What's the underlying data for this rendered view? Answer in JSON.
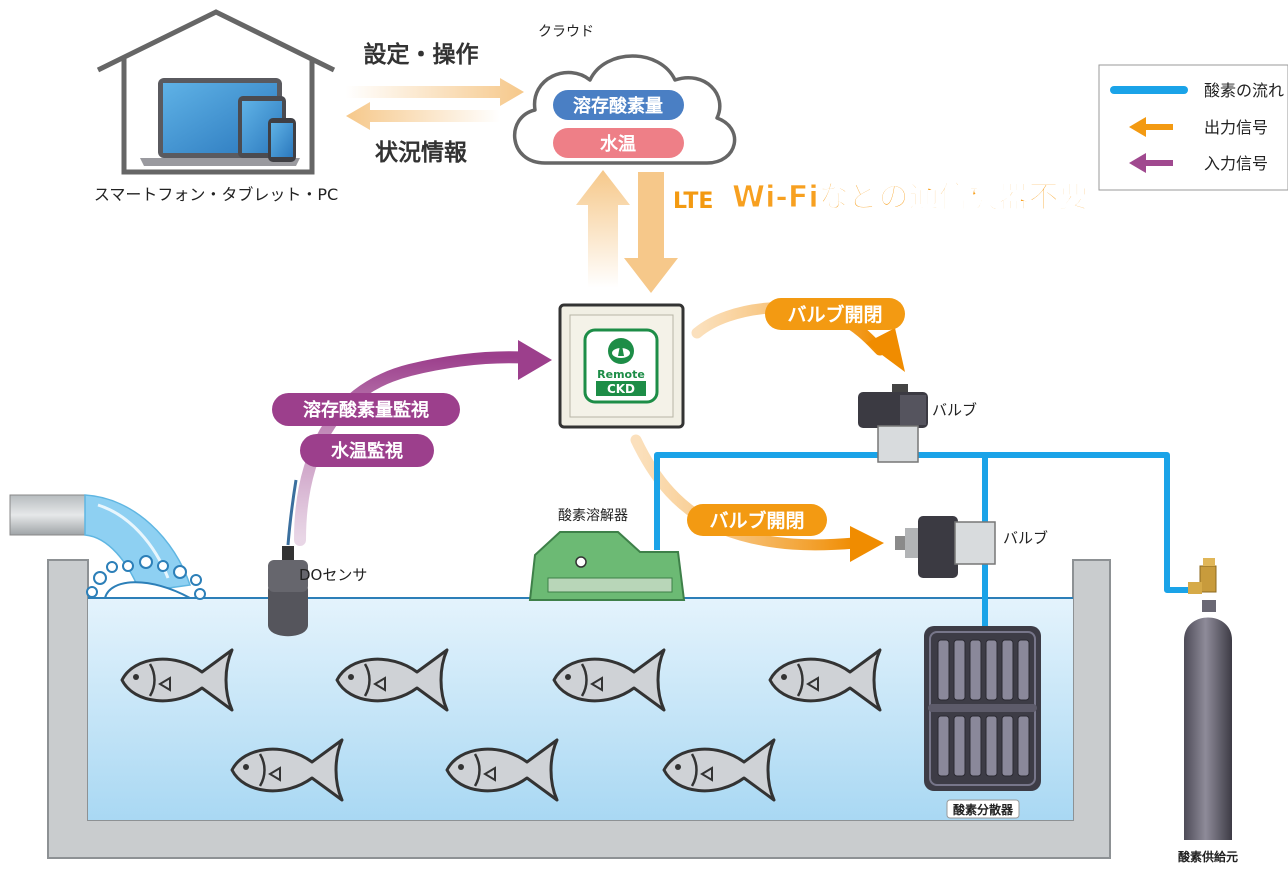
{
  "home": {
    "caption": "スマートフォン・タブレット・PC",
    "settings_label": "設定・操作",
    "status_label": "状況情報"
  },
  "cloud": {
    "title": "クラウド",
    "metric_do": "溶存酸素量",
    "metric_temp": "水温"
  },
  "link": {
    "lte_label": "LTE",
    "wifi_note": "Wi-Fiなどの通信機器不要"
  },
  "controller": {
    "logo_line1": "Remote",
    "logo_line2": "CKD"
  },
  "signals": {
    "valve_open_close_top": "バルブ開閉",
    "valve_open_close_bottom": "バルブ開閉",
    "do_monitoring": "溶存酸素量監視",
    "temp_monitoring": "水温監視"
  },
  "equipment": {
    "valve_top": "バルブ",
    "valve_bottom": "バルブ",
    "dissolver": "酸素溶解器",
    "do_sensor": "DOセンサ",
    "diffuser": "酸素分散器",
    "oxygen_source": "酸素供給元"
  },
  "legend": {
    "oxygen_flow": "酸素の流れ",
    "output_signal": "出力信号",
    "input_signal": "入力信号"
  },
  "colors": {
    "oxygen_line": "#1aa3e8",
    "output_signal": "#f39a12",
    "input_signal": "#a0498f",
    "do_pill": "#4a7fc4",
    "temp_pill": "#ee7f87",
    "wifi_text": "#f7a020",
    "lte_text": "#f39a12",
    "water": "#cfe9f8",
    "tank": "#c9ccce"
  }
}
